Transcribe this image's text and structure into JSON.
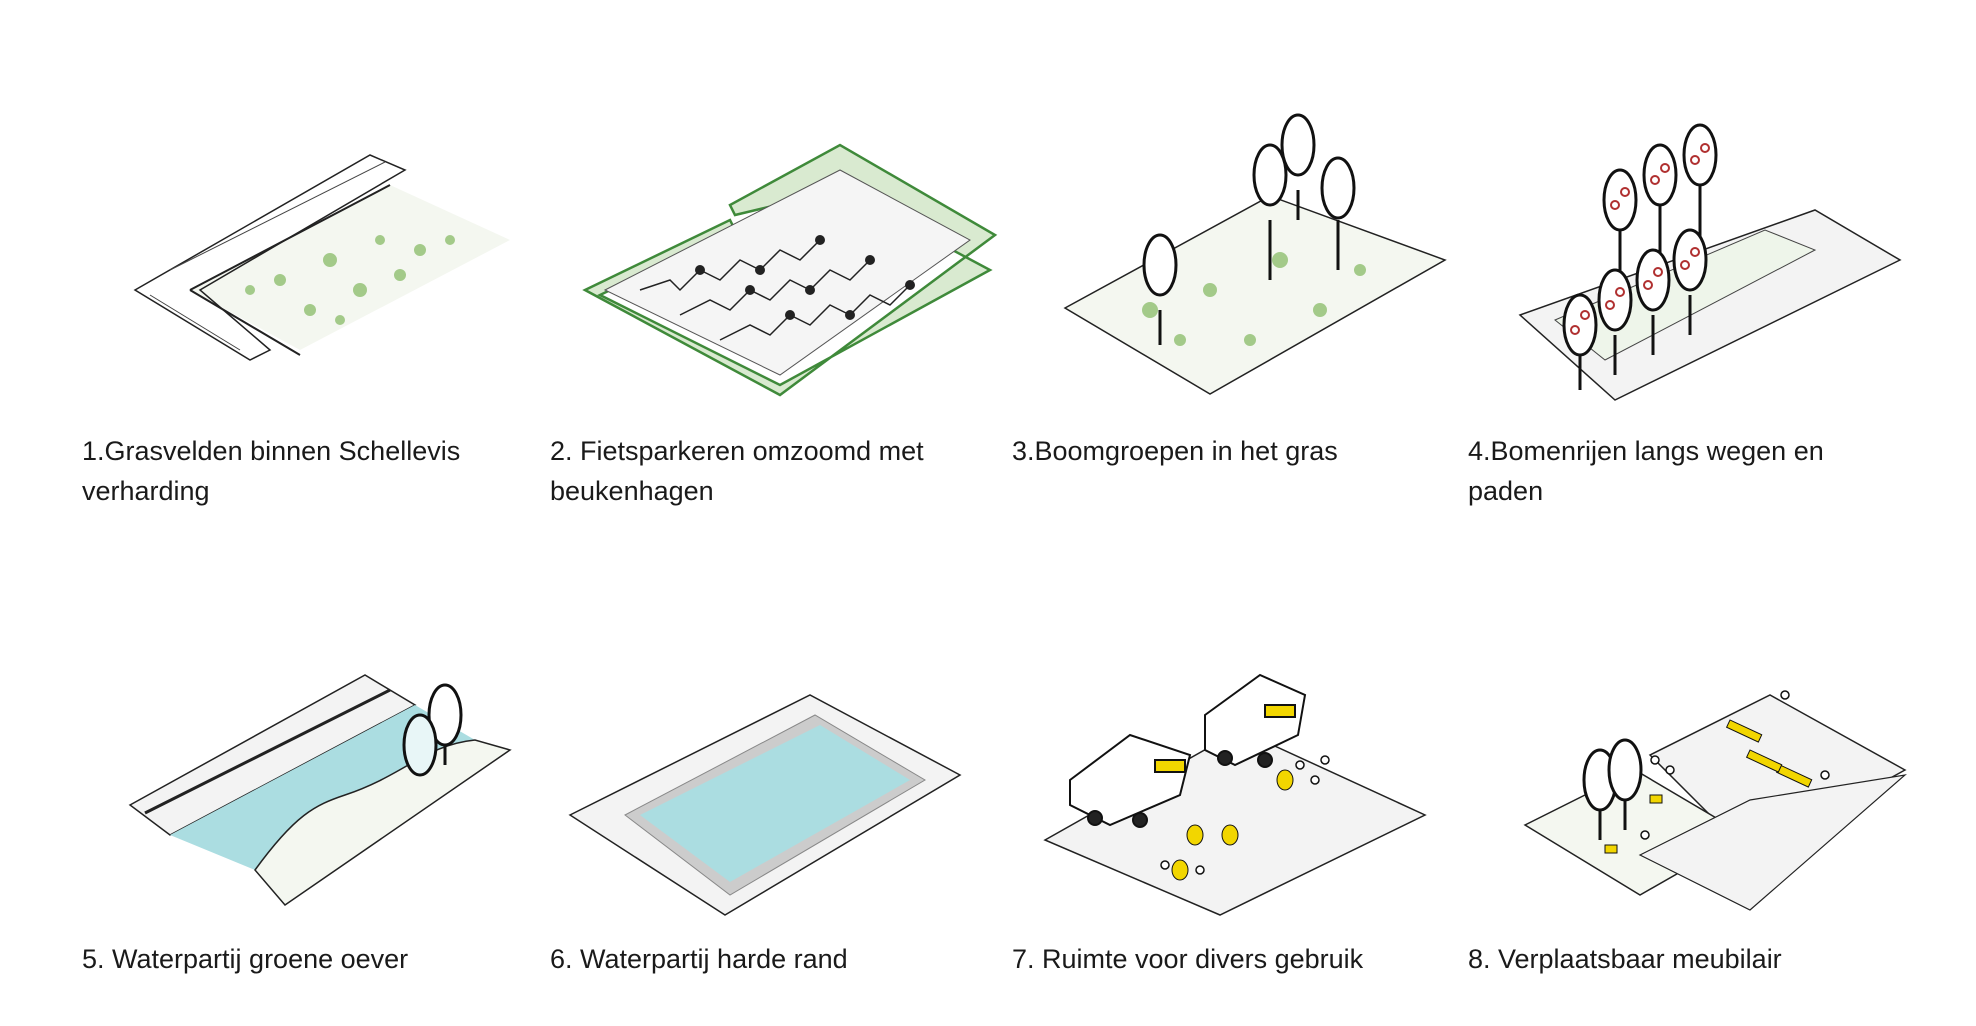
{
  "colors": {
    "grass": "#6fa35a",
    "hedge": "#3f8a3a",
    "water": "#abdde1",
    "yellow": "#f2d600",
    "fruit": "#b03030"
  },
  "panels": [
    {
      "caption": "1.Grasvelden binnen Schellevis verharding"
    },
    {
      "caption": "2. Fietsparkeren omzoomd met beukenhagen"
    },
    {
      "caption": "3.Boomgroepen in het gras"
    },
    {
      "caption": "4.Bomenrijen langs wegen en paden"
    },
    {
      "caption": "5. Waterpartij groene oever"
    },
    {
      "caption": "6. Waterpartij harde rand"
    },
    {
      "caption": "7. Ruimte voor divers gebruik"
    },
    {
      "caption": "8. Verplaatsbaar meubilair"
    }
  ]
}
